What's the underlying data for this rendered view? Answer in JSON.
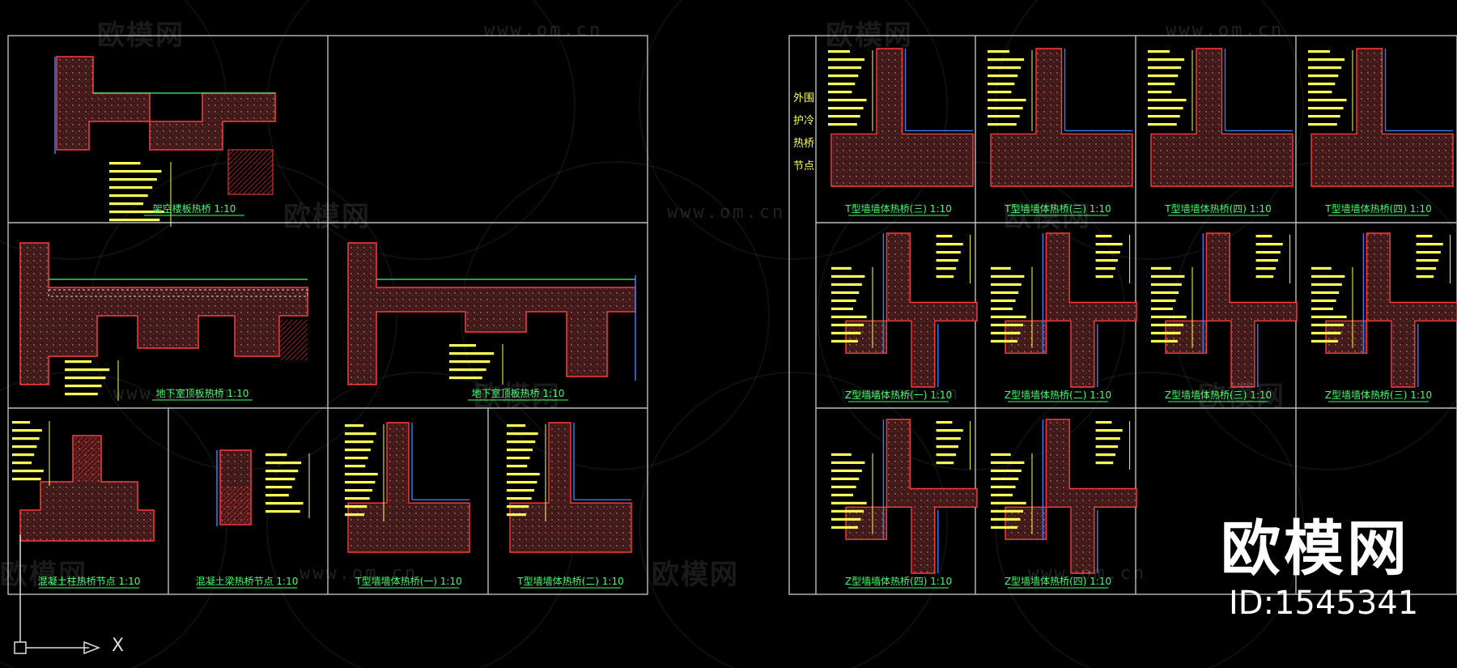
{
  "drawing": {
    "watermark_text": "欧模网",
    "watermark_url": "www.om.cn",
    "brand_logo_text": "欧模网",
    "brand_id": "ID:1545341",
    "ucs_x_label": "X",
    "side_label_chars": [
      "外围",
      "护冷",
      "热桥",
      "节点"
    ],
    "left_sheet_titles": [
      "架空楼板热桥 1:10",
      "地下室顶板热桥 1:10",
      "地下室顶板热桥 1:10",
      "混凝土柱热桥节点 1:10",
      "混凝土梁热桥节点 1:10",
      "T型墙墙体热桥(一) 1:10",
      "T型墙墙体热桥(二) 1:10"
    ],
    "right_sheet_titles": [
      "T型墙墙体热桥(三) 1:10",
      "T型墙墙体热桥(三) 1:10",
      "T型墙墙体热桥(四) 1:10",
      "T型墙墙体热桥(四) 1:10",
      "Z型墙墙体热桥(一) 1:10",
      "Z型墙墙体热桥(二) 1:10",
      "Z型墙墙体热桥(三) 1:10",
      "Z型墙墙体热桥(三) 1:10",
      "Z型墙墙体热桥(四) 1:10",
      "Z型墙墙体热桥(四) 1:10"
    ],
    "colors": {
      "background": "#000000",
      "frame": "#bdbdbd",
      "title": "#3dff6a",
      "annotation": "#ffff55",
      "insulation_red": "#ff3b3b",
      "membrane_blue": "#3a7dff",
      "concrete_fill": "#4a1f1f"
    }
  }
}
